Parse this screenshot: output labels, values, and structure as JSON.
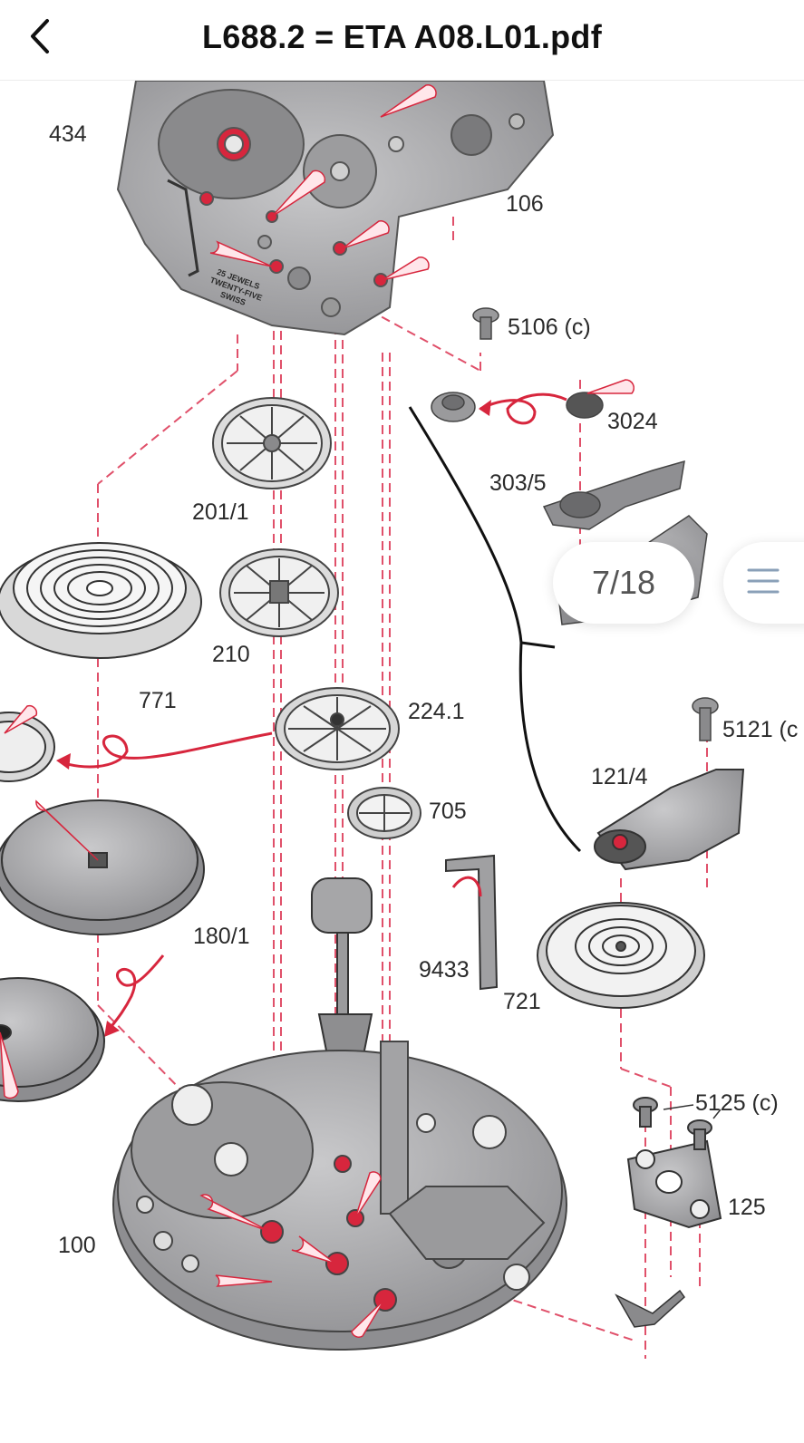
{
  "header": {
    "title": "L688.2 = ETA A08.L01.pdf",
    "back_icon": "chevron-left-icon"
  },
  "pager": {
    "page_indicator": "7/18",
    "menu_icon": "hamburger-menu-icon"
  },
  "diagram": {
    "labels": {
      "p434": "434",
      "p106": "106",
      "p5106c": "5106 (c)",
      "p3024": "3024",
      "p303_5": "303/5",
      "p201_1": "201/1",
      "p210": "210",
      "p771": "771",
      "p224_1": "224.1",
      "p5121c": "5121 (c",
      "p121_4": "121/4",
      "p705": "705",
      "p180_1": "180/1",
      "p9433": "9433",
      "p721": "721",
      "p5125c": "5125 (c)",
      "p125": "125",
      "p100": "100"
    },
    "plate_engraving": [
      "25 JEWELS",
      "TWENTY-FIVE",
      "SWISS"
    ],
    "colors": {
      "metal": "#a8a8aa",
      "metal_dark": "#6e6e70",
      "accent_red": "#d7263d",
      "guide_line": "#e0506a"
    }
  }
}
